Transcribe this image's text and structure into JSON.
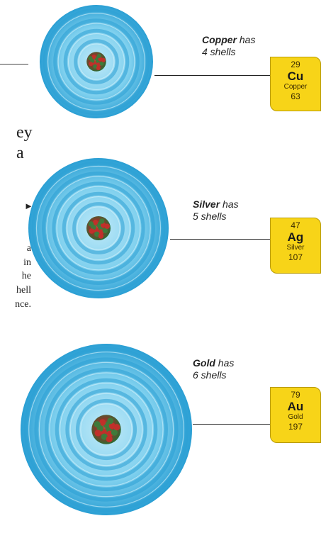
{
  "left_fragments": {
    "big_line_1": "ey",
    "big_line_2": "a",
    "arrow": "►",
    "small_lines": [
      "a",
      "in",
      "he",
      "hell",
      "nce."
    ]
  },
  "atoms": [
    {
      "caption_name": "Copper",
      "caption_has": " has",
      "caption_shells": "4 shells",
      "shell_count": 4,
      "tile": {
        "number": "29",
        "symbol": "Cu",
        "name": "Copper",
        "mass": "63"
      }
    },
    {
      "caption_name": "Silver",
      "caption_has": " has",
      "caption_shells": "5 shells",
      "shell_count": 5,
      "tile": {
        "number": "47",
        "symbol": "Ag",
        "name": "Silver",
        "mass": "107"
      }
    },
    {
      "caption_name": "Gold",
      "caption_has": " has",
      "caption_shells": "6 shells",
      "shell_count": 6,
      "tile": {
        "number": "79",
        "symbol": "Au",
        "name": "Gold",
        "mass": "197"
      }
    }
  ],
  "colors": {
    "tile_fill": "#f7d418",
    "shell_light": "#7fd0ee",
    "shell_dark": "#2a9fd4",
    "nucleus": "#8a3a2a"
  }
}
